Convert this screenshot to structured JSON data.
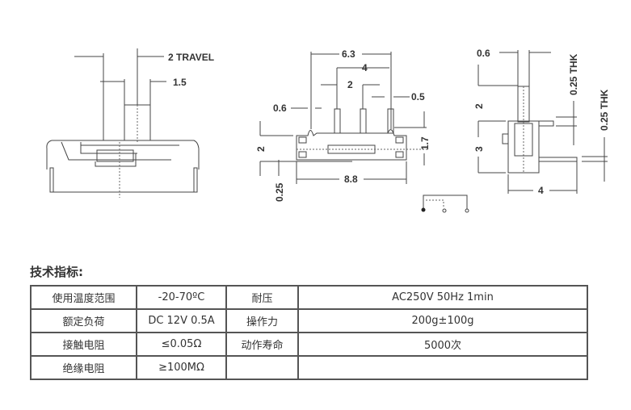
{
  "drawings": {
    "side_view": {
      "travel": "2 TRAVEL",
      "knob_width": "1.5"
    },
    "front_view": {
      "overall_pins": "6.3",
      "pin_outer": "4",
      "pin_pitch": "2",
      "pin_width_left": "0.6",
      "pin_width_right": "0.5",
      "height": "1.7",
      "body_height": "2",
      "body_length": "8.8",
      "base_offset": "0.25"
    },
    "end_view": {
      "knob_width": "0.6",
      "knob_height": "2",
      "body_height": "3",
      "body_width": "4",
      "terminal_thk_top": "0.25 THK",
      "terminal_thk_bottom": "0.25 THK"
    }
  },
  "specs": {
    "title": "技术指标:",
    "rows": [
      [
        "使用温度范围",
        "-20-70ºC",
        "耐压",
        "AC250V 50Hz 1min"
      ],
      [
        "额定负荷",
        "DC 12V 0.5A",
        "操作力",
        "200g±100g"
      ],
      [
        "接触电阻",
        "≤0.05Ω",
        "动作寿命",
        "5000次"
      ],
      [
        "绝缘电阻",
        "≥100MΩ",
        "",
        ""
      ]
    ]
  }
}
